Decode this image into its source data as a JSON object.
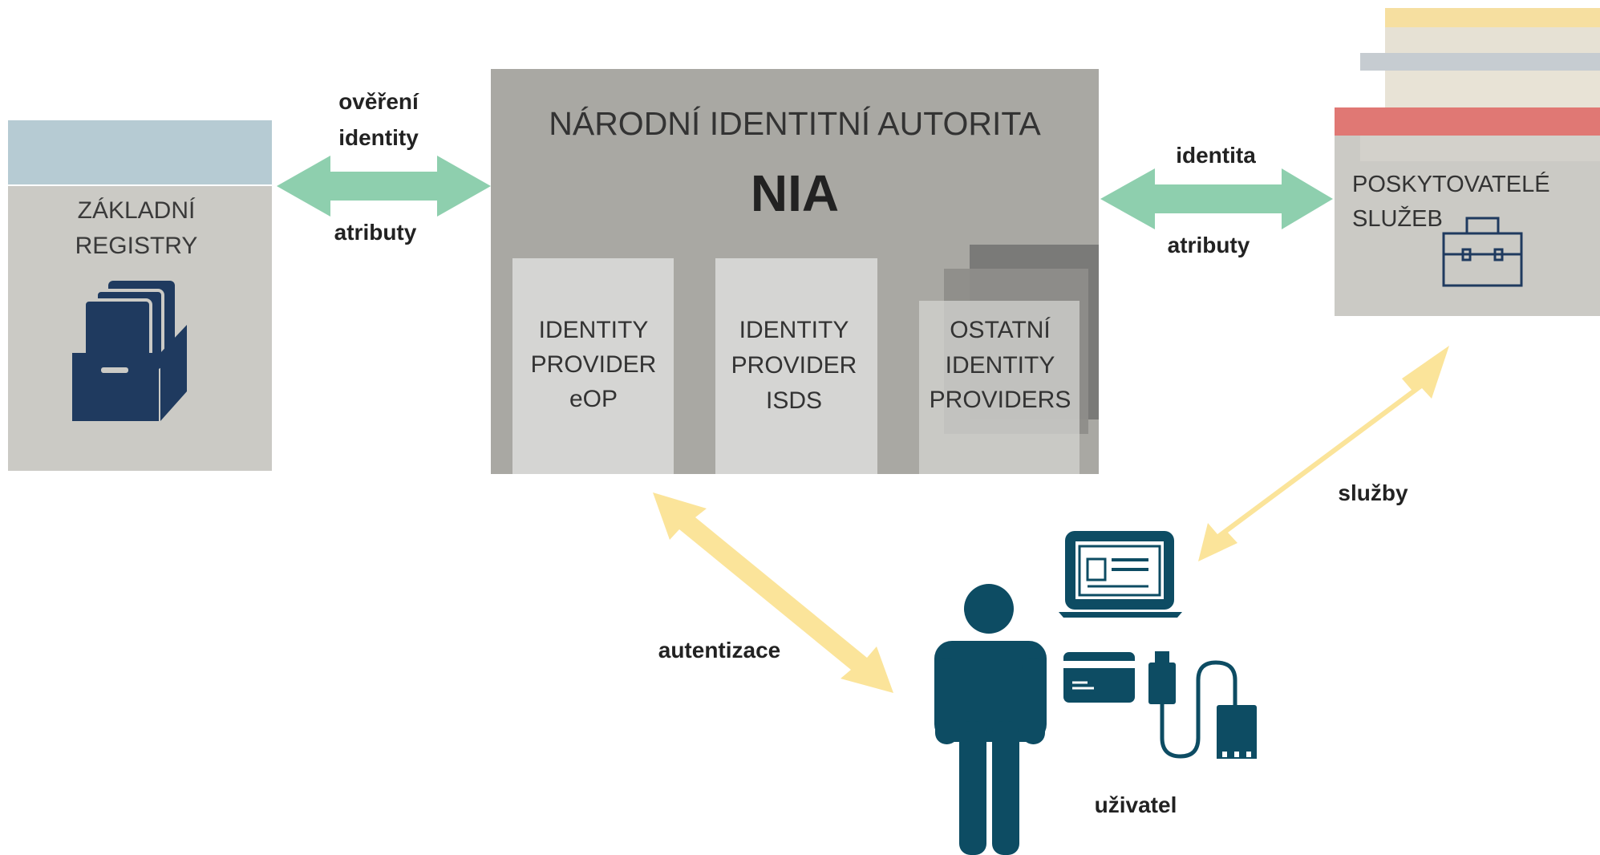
{
  "registry": {
    "line1": "ZÁKLADNÍ",
    "line2": "REGISTRY"
  },
  "nia": {
    "title": "NÁRODNÍ IDENTITNÍ AUTORITA",
    "abbr": "NIA",
    "providers": [
      {
        "lines": [
          "IDENTITY",
          "PROVIDER",
          "eOP"
        ]
      },
      {
        "lines": [
          "IDENTITY",
          "PROVIDER",
          "ISDS"
        ]
      },
      {
        "lines": [
          "OSTATNÍ",
          "IDENTITY",
          "PROVIDERS"
        ]
      }
    ]
  },
  "services": {
    "line1": "POSKYTOVATELÉ",
    "line2": "SLUŽEB"
  },
  "labels": {
    "verify_line1": "ověření",
    "verify_line2": "identity",
    "attributes_left": "atributy",
    "identity": "identita",
    "attributes_right": "atributy",
    "authentication": "autentizace",
    "services": "služby",
    "user": "uživatel"
  },
  "colors": {
    "green_arrow": "#8ecfae",
    "yellow_arrow": "#fbe49a",
    "navy": "#1f3a5f",
    "teal": "#0d4c63",
    "panel_gray": "#cbcac5",
    "nia_gray": "#a9a8a3",
    "provider_gray": "#d5d5d3"
  },
  "icons": [
    "file-cabinet-icon",
    "briefcase-icon",
    "laptop-icon",
    "person-icon",
    "id-card-icon",
    "usb-token-icon"
  ]
}
